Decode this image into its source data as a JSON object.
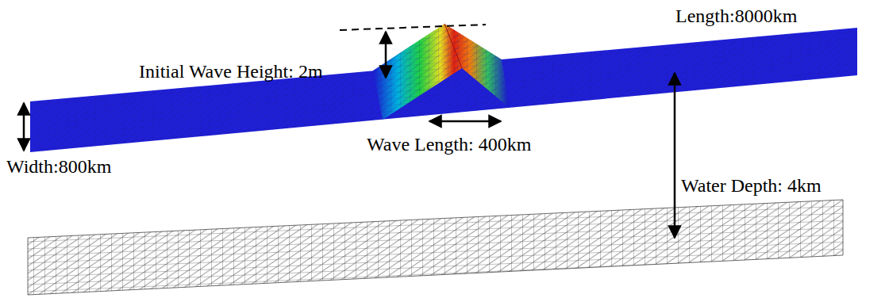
{
  "diagram": {
    "labels": [
      "Initial Wave Height: 2m",
      "Length:8000km",
      "Width:800km",
      "Wave Length: 400km",
      "Water Depth: 4km"
    ]
  }
}
